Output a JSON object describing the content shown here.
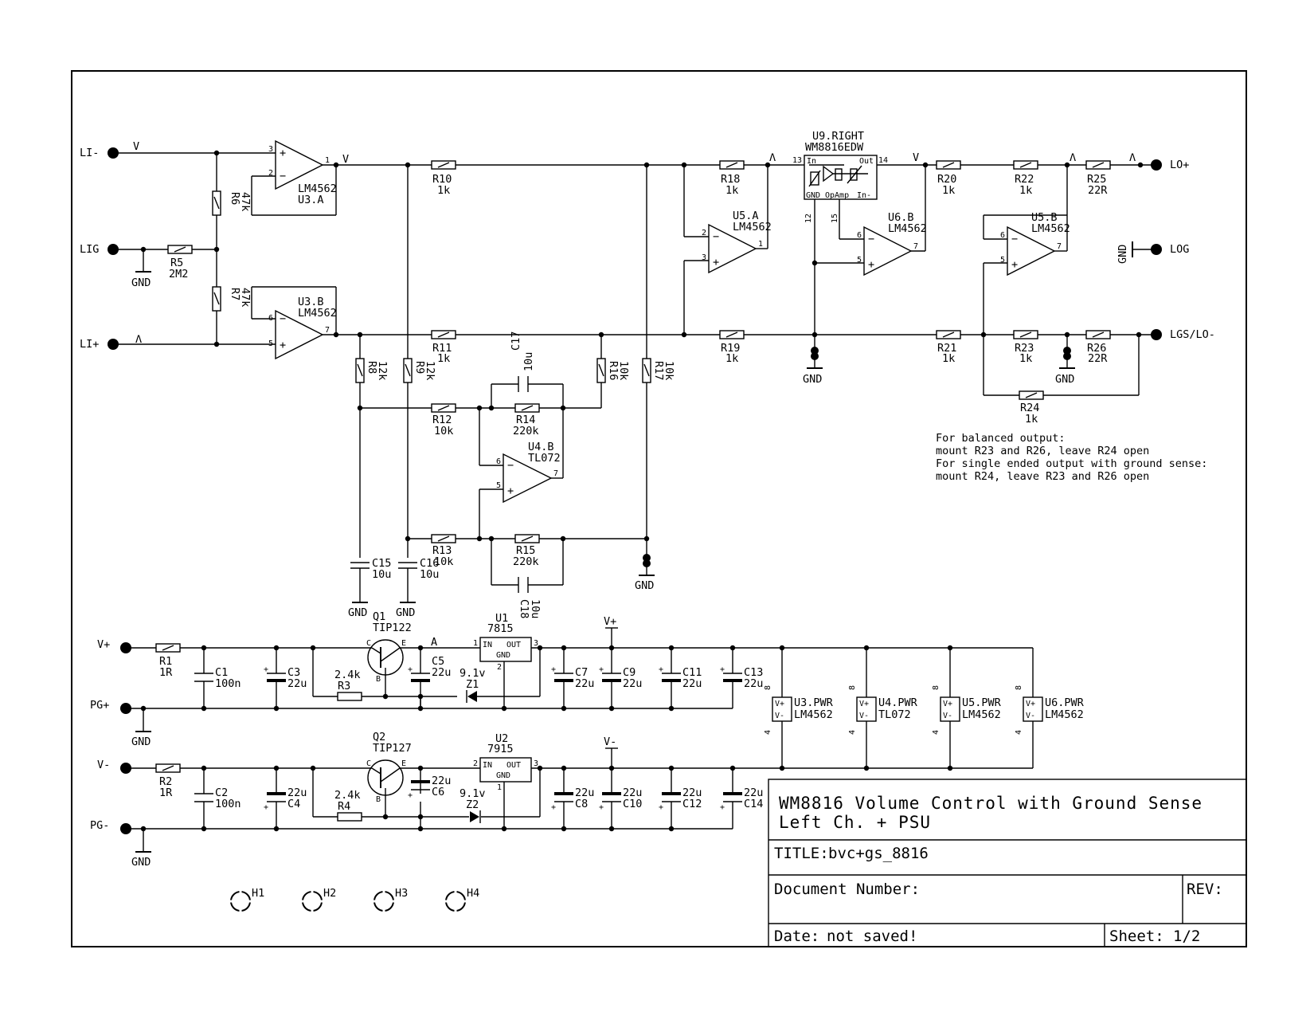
{
  "title_block": {
    "heading_line1": "WM8816 Volume Control with Ground Sense",
    "heading_line2": "Left Ch. + PSU",
    "title_label": "TITLE:",
    "title_value": "bvc+gs_8816",
    "document_number_label": "Document Number:",
    "rev_label": "REV:",
    "date_label": "Date:",
    "date_value": "not saved!",
    "sheet_label": "Sheet:",
    "sheet_value": "1/2"
  },
  "notes": {
    "line1": "For balanced output:",
    "line2": "mount R23 and R26, leave R24 open",
    "line3": "For single ended output with ground sense:",
    "line4": "mount R24, leave R23 and R26 open"
  },
  "ports": {
    "li_minus": "LI-",
    "lig": "LIG",
    "li_plus": "LI+",
    "lo_plus": "LO+",
    "log": "LOG",
    "lgs_lo_minus": "LGS/LO-",
    "v_plus": "V+",
    "pg_plus": "PG+",
    "v_minus": "V-",
    "pg_minus": "PG-"
  },
  "signal_marks": {
    "inv": "V",
    "non": "Λ",
    "a": "A"
  },
  "supply_symbols": {
    "gnd": "GND",
    "vplus": "V+",
    "vminus": "V-"
  },
  "opamps": {
    "u3a": {
      "name": "U3.A",
      "part": "LM4562",
      "pin_plus": "3",
      "pin_minus": "2",
      "pin_out": "1"
    },
    "u3b": {
      "name": "U3.B",
      "part": "LM4562",
      "pin_plus": "5",
      "pin_minus": "6",
      "pin_out": "7"
    },
    "u5a": {
      "name": "U5.A",
      "part": "LM4562",
      "pin_plus": "3",
      "pin_minus": "2",
      "pin_out": "1"
    },
    "u6b": {
      "name": "U6.B",
      "part": "LM4562",
      "pin_plus": "5",
      "pin_minus": "6",
      "pin_out": "7"
    },
    "u5b": {
      "name": "U5.B",
      "part": "LM4562",
      "pin_plus": "5",
      "pin_minus": "6",
      "pin_out": "7"
    },
    "u4b": {
      "name": "U4.B",
      "part": "TL072",
      "pin_plus": "5",
      "pin_minus": "6",
      "pin_out": "7"
    }
  },
  "u9": {
    "name": "U9.RIGHT",
    "part": "WM8816EDW",
    "pin_in_label": "In",
    "pin_out_label": "Out",
    "pin_gnd_label": "GND",
    "pin_opamp_label": "OpAmp",
    "pin_inm_label": "In-",
    "pin13": "13",
    "pin14": "14",
    "pin12": "12",
    "pin15": "15"
  },
  "resistors": {
    "r1": {
      "name": "R1",
      "value": "1R"
    },
    "r2": {
      "name": "R2",
      "value": "1R"
    },
    "r3": {
      "name": "R3",
      "value": "2.4k"
    },
    "r4": {
      "name": "R4",
      "value": "2.4k"
    },
    "r5": {
      "name": "R5",
      "value": "2M2"
    },
    "r6": {
      "name": "R6",
      "value": "47k"
    },
    "r7": {
      "name": "R7",
      "value": "47k"
    },
    "r8": {
      "name": "R8",
      "value": "12k"
    },
    "r9": {
      "name": "R9",
      "value": "12k"
    },
    "r10": {
      "name": "R10",
      "value": "1k"
    },
    "r11": {
      "name": "R11",
      "value": "1k"
    },
    "r12": {
      "name": "R12",
      "value": "10k"
    },
    "r13": {
      "name": "R13",
      "value": "10k"
    },
    "r14": {
      "name": "R14",
      "value": "220k"
    },
    "r15": {
      "name": "R15",
      "value": "220k"
    },
    "r16": {
      "name": "R16",
      "value": "10k"
    },
    "r17": {
      "name": "R17",
      "value": "10k"
    },
    "r18": {
      "name": "R18",
      "value": "1k"
    },
    "r19": {
      "name": "R19",
      "value": "1k"
    },
    "r20": {
      "name": "R20",
      "value": "1k"
    },
    "r21": {
      "name": "R21",
      "value": "1k"
    },
    "r22": {
      "name": "R22",
      "value": "1k"
    },
    "r23": {
      "name": "R23",
      "value": "1k"
    },
    "r24": {
      "name": "R24",
      "value": "1k"
    },
    "r25": {
      "name": "R25",
      "value": "22R"
    },
    "r26": {
      "name": "R26",
      "value": "22R"
    }
  },
  "capacitors": {
    "c1": {
      "name": "C1",
      "value": "100n"
    },
    "c2": {
      "name": "C2",
      "value": "100n"
    },
    "c3": {
      "name": "C3",
      "value": "22u"
    },
    "c4": {
      "name": "C4",
      "value": "22u"
    },
    "c5": {
      "name": "C5",
      "value": "22u"
    },
    "c6": {
      "name": "C6",
      "value": "22u"
    },
    "c7": {
      "name": "C7",
      "value": "22u"
    },
    "c8": {
      "name": "C8",
      "value": "22u"
    },
    "c9": {
      "name": "C9",
      "value": "22u"
    },
    "c10": {
      "name": "C10",
      "value": "22u"
    },
    "c11": {
      "name": "C11",
      "value": "22u"
    },
    "c12": {
      "name": "C12",
      "value": "22u"
    },
    "c13": {
      "name": "C13",
      "value": "22u"
    },
    "c14": {
      "name": "C14",
      "value": "22u"
    },
    "c15": {
      "name": "C15",
      "value": "10u"
    },
    "c16": {
      "name": "C16",
      "value": "10u"
    },
    "c17": {
      "name": "C17",
      "value": "10u"
    },
    "c18": {
      "name": "C18",
      "value": "10u"
    }
  },
  "transistors": {
    "q1": {
      "name": "Q1",
      "part": "TIP122"
    },
    "q2": {
      "name": "Q2",
      "part": "TIP127"
    },
    "pin_c": "C",
    "pin_b": "B",
    "pin_e": "E"
  },
  "zeners": {
    "z1": {
      "name": "Z1",
      "value": "9.1v"
    },
    "z2": {
      "name": "Z2",
      "value": "9.1v"
    }
  },
  "regulators": {
    "u1": {
      "name": "U1",
      "part": "7815",
      "in": "IN",
      "out": "OUT",
      "gnd": "GND",
      "p_in": "1",
      "p_out": "3",
      "p_gnd": "2"
    },
    "u2": {
      "name": "U2",
      "part": "7915",
      "in": "IN",
      "out": "OUT",
      "gnd": "GND",
      "p_in": "2",
      "p_out": "3",
      "p_gnd": "1"
    }
  },
  "power_units": {
    "vp": "V+",
    "vm": "V-",
    "pin8": "8",
    "pin4": "4",
    "u3": {
      "name": "U3.PWR",
      "part": "LM4562"
    },
    "u4": {
      "name": "U4.PWR",
      "part": "TL072"
    },
    "u5": {
      "name": "U5.PWR",
      "part": "LM4562"
    },
    "u6": {
      "name": "U6.PWR",
      "part": "LM4562"
    }
  },
  "holes": [
    "H1",
    "H2",
    "H3",
    "H4"
  ]
}
